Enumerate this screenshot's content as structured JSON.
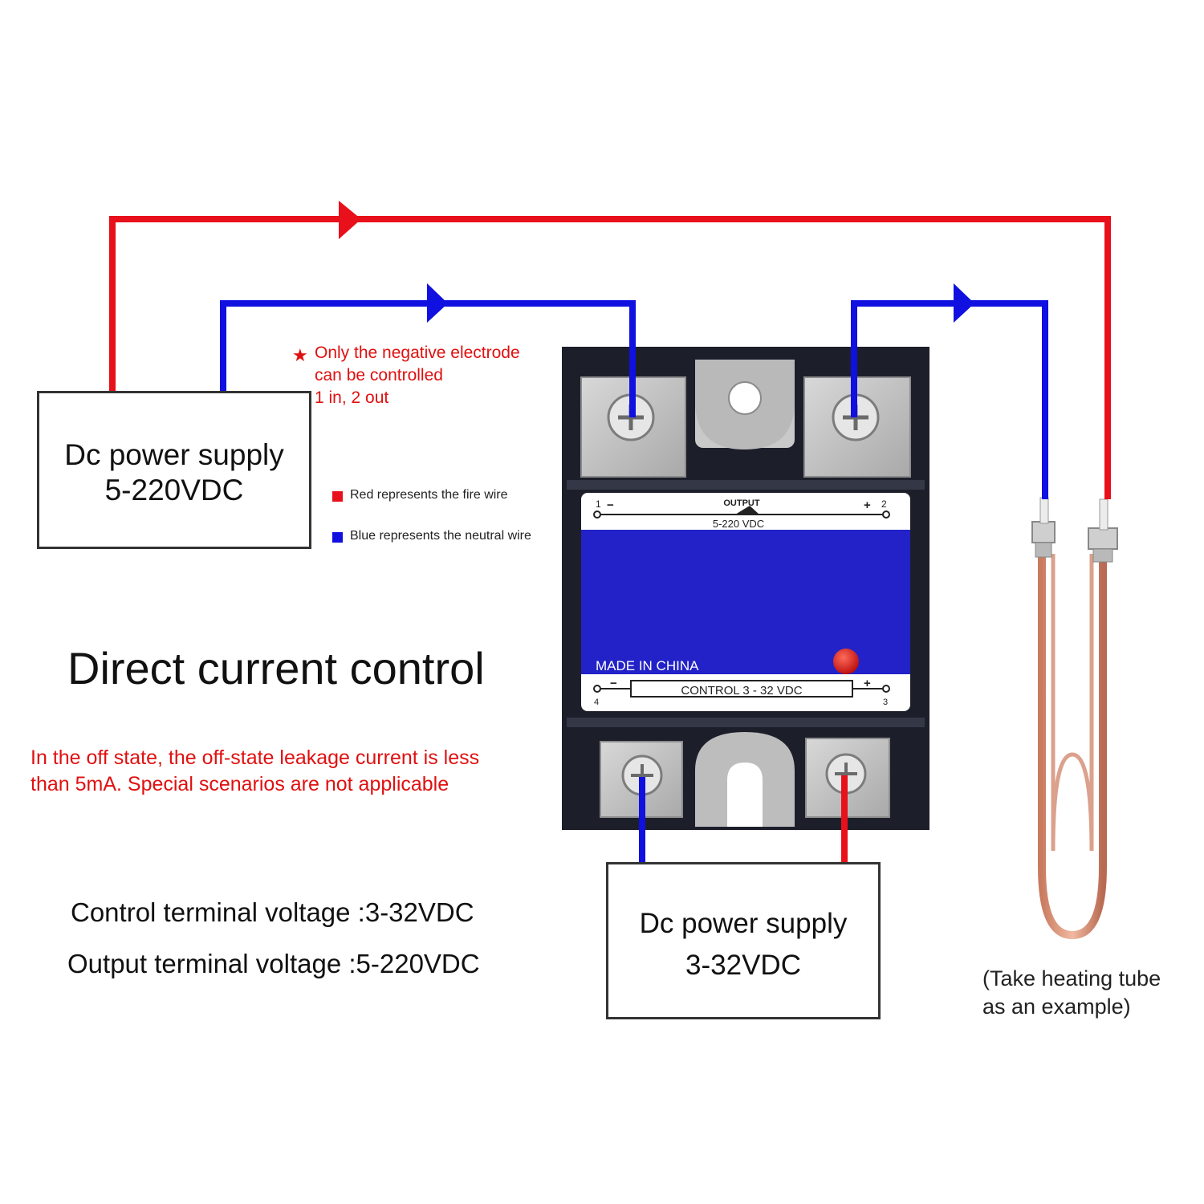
{
  "colors": {
    "fire_wire": "#e8101a",
    "neutral_wire": "#1010e0",
    "note_text": "#e01010",
    "relay_body": "#1c1f2a",
    "relay_label_blue": "#2222c8",
    "copper": "#d9957a"
  },
  "supply_dc_output": {
    "line1": "Dc power supply",
    "line2": "5-220VDC"
  },
  "supply_dc_control": {
    "line1": "Dc power supply",
    "line2": "3-32VDC"
  },
  "note_negative": {
    "star": "★",
    "line1": "Only the negative electrode",
    "line2": "can be controlled",
    "line3": "1 in, 2 out"
  },
  "legend": {
    "red": "Red represents the fire wire",
    "blue": "Blue represents the neutral wire"
  },
  "title": "Direct current control",
  "leakage_note": {
    "line1": "In the off state, the off-state leakage current is less",
    "line2": "than 5mA. Special scenarios are not applicable"
  },
  "specs": {
    "control": "Control terminal voltage :3-32VDC",
    "output": "Output terminal voltage :5-220VDC"
  },
  "heater_caption": {
    "line1": "(Take heating tube",
    "line2": "as an example)"
  },
  "relay": {
    "output_label": "OUTPUT",
    "output_voltage": "5-220  VDC",
    "pin1": "1",
    "pin2": "2",
    "pin3": "3",
    "pin4": "4",
    "minus": "−",
    "plus": "+",
    "made_in": "MADE IN CHINA",
    "control_label": "CONTROL 3 - 32 VDC"
  }
}
